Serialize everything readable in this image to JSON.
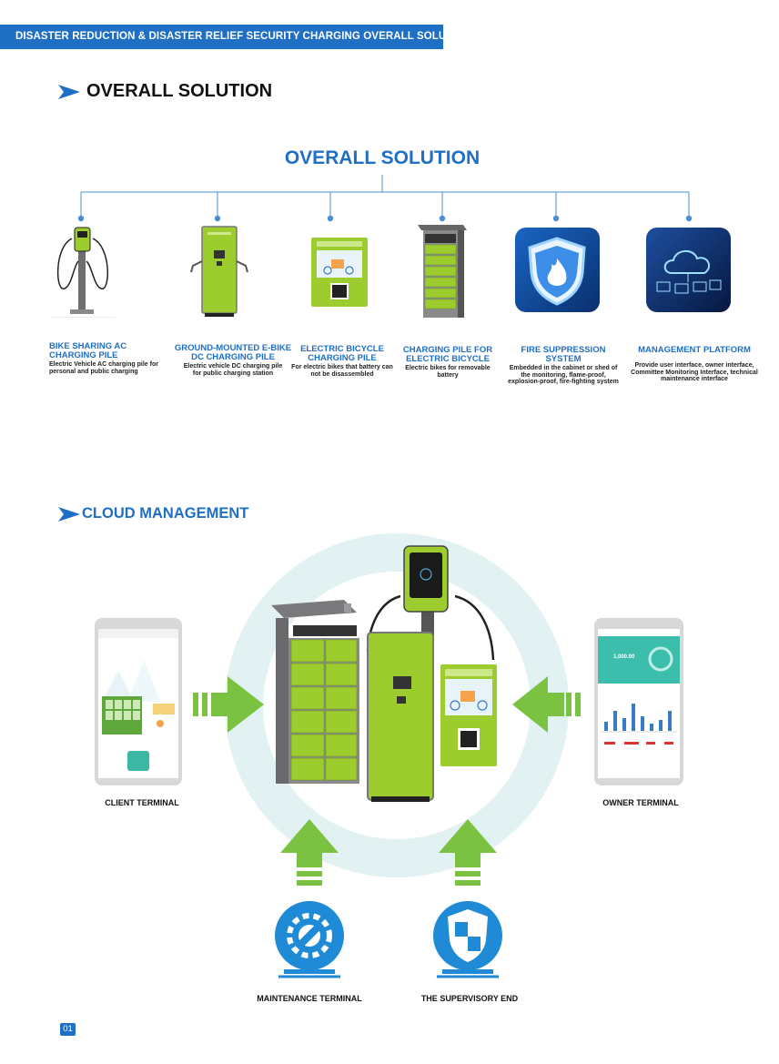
{
  "header": {
    "banner": "DISASTER REDUCTION & DISASTER RELIEF SECURITY CHARGING OVERALL SOLUTION"
  },
  "section1": {
    "title": "OVERALL SOLUTION",
    "center_title": "OVERALL SOLUTION"
  },
  "products": [
    {
      "title": "BIKE SHARING AC CHARGING PILE",
      "desc": "Electric Vehicle AC charging pile for personal and public charging"
    },
    {
      "title": "GROUND-MOUNTED E-BIKE DC CHARGING PILE",
      "desc": "Electric vehicle DC charging pile for public charging station"
    },
    {
      "title": "ELECTRIC BICYCLE CHARGING PILE",
      "desc": "For electric bikes that battery can not be disassembled"
    },
    {
      "title": "CHARGING PILE FOR ELECTRIC BICYCLE",
      "desc": "Electric bikes for removable battery"
    },
    {
      "title": "FIRE SUPPRESSION SYSTEM",
      "desc": "Embedded in the cabinet or shed of the monitoring, flame-proof, explosion-proof, fire-fighting system"
    },
    {
      "title": "MANAGEMENT PLATFORM",
      "desc": "Provide user interface, owner interface, Committee Monitoring Interface, technical maintenance interface"
    }
  ],
  "section2": {
    "title": "CLOUD MANAGEMENT"
  },
  "terminals": {
    "client": "CLIENT TERMINAL",
    "owner": "OWNER TERMINAL",
    "maintenance": "MAINTENANCE TERMINAL",
    "supervisory": "THE SUPERVISORY END"
  },
  "owner_phone": {
    "amount": "1,000.00"
  },
  "page_number": "01",
  "colors": {
    "brand_blue": "#1f6fc4",
    "lime": "#9ccc2e",
    "arrow_green": "#7cc242",
    "ring": "#e4f2f2"
  }
}
